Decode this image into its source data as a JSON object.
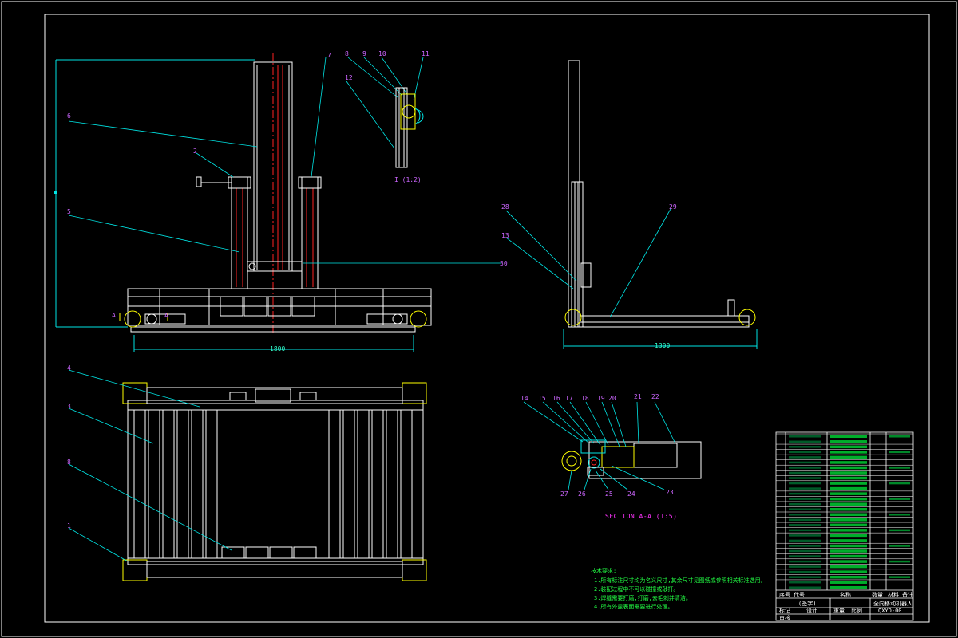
{
  "drawing": {
    "bg": "#000000",
    "line_white": "#ffffff",
    "line_cyan": "#00e5e5",
    "line_red": "#ff2222",
    "line_yellow": "#ffff00",
    "text_magenta": "#cc66ff",
    "text_green": "#22ff44"
  },
  "front_view": {
    "callouts": [
      "6",
      "5",
      "7",
      "8",
      "9",
      "10",
      "11",
      "12",
      "2",
      "30"
    ],
    "dim_overall": "1800",
    "section_marks": [
      "A",
      "A"
    ]
  },
  "detail_view": {
    "label": "I (1:2)"
  },
  "side_view": {
    "callouts": [
      "28",
      "13",
      "29"
    ],
    "dim_overall": "1300"
  },
  "top_view": {
    "callouts": [
      "4",
      "3",
      "8",
      "1"
    ]
  },
  "section_view": {
    "callouts_top": [
      "14",
      "15",
      "16",
      "17",
      "18",
      "19",
      "20",
      "21",
      "22"
    ],
    "callouts_bottom": [
      "27",
      "26",
      "25",
      "24",
      "23"
    ],
    "caption": "SECTION A-A (1:5)"
  },
  "notes": {
    "title": "技术要求:",
    "lines": [
      "1.所有标注尺寸均为名义尺寸,其余尺寸见图纸或参照相关标准选用。",
      "2.装配过程中不可以碰撞或敲打。",
      "3.焊缝需要打磨,打磨,去毛刺并清洁。",
      "4.所有外露表面需要进行处理。"
    ]
  },
  "title_block": {
    "row_count": 30,
    "header": [
      "序号",
      "代号",
      "名称",
      "数量",
      "材料",
      "备注"
    ],
    "labels": [
      "(签字)",
      "标记",
      "设计",
      "审核",
      "重量",
      "比例"
    ],
    "drawing_name": "全向移动机器人",
    "drawing_no": "QXYD-00"
  }
}
